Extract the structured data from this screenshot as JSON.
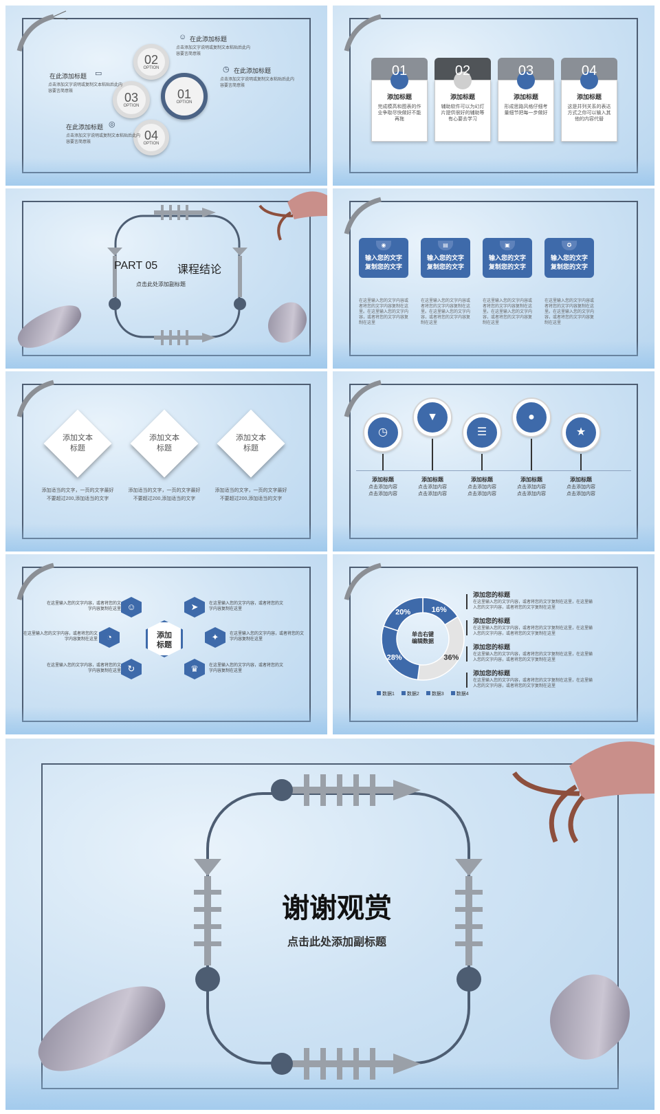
{
  "slide1": {
    "gears": [
      {
        "num": "02",
        "op": "OPTION"
      },
      {
        "num": "03",
        "op": "OPTION"
      },
      {
        "num": "01",
        "op": "OPTION"
      },
      {
        "num": "04",
        "op": "OPTION"
      }
    ],
    "items": [
      {
        "title": "在此添加标题",
        "desc": "点击添加文字说明或复制文本粘贴后此内容要言简意赅"
      },
      {
        "title": "在此添加标题",
        "desc": "点击添加文字说明或复制文本粘贴后此内容要言简意赅"
      },
      {
        "title": "在此添加标题",
        "desc": "点击添加文字说明或复制文本粘贴后此内容要言简意赅"
      },
      {
        "title": "在此添加标题",
        "desc": "点击添加文字说明或复制文本粘贴后此内容要言简意赅"
      }
    ]
  },
  "slide2": {
    "cards": [
      {
        "num": "01",
        "title": "添加标题",
        "desc": "完成模高和图表的作业争取尽快做好不能再拖"
      },
      {
        "num": "02",
        "title": "添加标题",
        "desc": "辅助软件可以为幻灯片提供很好的辅助等有心要去学习"
      },
      {
        "num": "03",
        "title": "添加标题",
        "desc": "形成思路风格仔细考量细节把每一步做好"
      },
      {
        "num": "04",
        "title": "添加标题",
        "desc": "这是并列关系的表达方式之你可以输入其他的内容代替"
      }
    ]
  },
  "slide3": {
    "part": "PART 05",
    "title": "课程结论",
    "subtitle": "点击此处添加副标题"
  },
  "slide4": {
    "badges": [
      {
        "line1": "输入您的文字",
        "line2": "复制您的文字",
        "desc": "在这里输入您的文字内容或者将您的文字内容复制在这里。在这里输入您的文字内容，或者将您的文字内容复制在这里"
      },
      {
        "line1": "输入您的文字",
        "line2": "复制您的文字",
        "desc": "在这里输入您的文字内容或者将您的文字内容复制在这里。在这里输入您的文字内容，或者将您的文字内容复制在这里"
      },
      {
        "line1": "输入您的文字",
        "line2": "复制您的文字",
        "desc": "在这里输入您的文字内容或者将您的文字内容复制在这里。在这里输入您的文字内容，或者将您的文字内容复制在这里"
      },
      {
        "line1": "输入您的文字",
        "line2": "复制您的文字",
        "desc": "在这里输入您的文字内容或者将您的文字内容复制在这里。在这里输入您的文字内容，或者将您的文字内容复制在这里"
      }
    ]
  },
  "slide5": {
    "items": [
      {
        "line1": "添加文本",
        "line2": "标题",
        "desc": "添加适当的文字，一页的文字最好不要超过200,添加适当的文字"
      },
      {
        "line1": "添加文本",
        "line2": "标题",
        "desc": "添加适当的文字，一页的文字最好不要超过200,添加适当的文字"
      },
      {
        "line1": "添加文本",
        "line2": "标题",
        "desc": "添加适当的文字，一页的文字最好不要超过200,添加适当的文字"
      }
    ]
  },
  "slide6": {
    "points": [
      {
        "icon": "clock-icon",
        "glyph": "◷",
        "title": "添加标题",
        "d1": "点击添加内容",
        "d2": "点击添加内容"
      },
      {
        "icon": "shirt-icon",
        "glyph": "▼",
        "title": "添加标题",
        "d1": "点击添加内容",
        "d2": "点击添加内容"
      },
      {
        "icon": "sliders-icon",
        "glyph": "☰",
        "title": "添加标题",
        "d1": "点击添加内容",
        "d2": "点击添加内容"
      },
      {
        "icon": "user-icon",
        "glyph": "●",
        "title": "添加标题",
        "d1": "点击添加内容",
        "d2": "点击添加内容"
      },
      {
        "icon": "star-icon",
        "glyph": "★",
        "title": "添加标题",
        "d1": "点击添加内容",
        "d2": "点击添加内容"
      }
    ]
  },
  "slide7": {
    "center_line1": "添加",
    "center_line2": "标题",
    "items": [
      {
        "icon": "people-icon",
        "glyph": "☺",
        "text": "在这里输入您的文字内容，或者将您的文字内容复制在这里"
      },
      {
        "icon": "send-icon",
        "glyph": "➤",
        "text": "在这里输入您的文字内容，或者将您的文字内容复制在这里"
      },
      {
        "icon": "chart-icon",
        "glyph": "◔",
        "text": "在这里输入您的文字内容，或者将您的文字内容复制在这里"
      },
      {
        "icon": "bulb-icon",
        "glyph": "✦",
        "text": "在这里输入您的文字内容，或者将您的文字内容复制在这里"
      },
      {
        "icon": "refresh-icon",
        "glyph": "↻",
        "text": "在这里输入您的文字内容，或者将您的文字内容复制在这里"
      },
      {
        "icon": "trophy-icon",
        "glyph": "♛",
        "text": "在这里输入您的文字内容，或者将您的文字内容复制在这里"
      }
    ]
  },
  "slide8": {
    "chart_data": {
      "type": "pie",
      "categories": [
        "数据1",
        "数据2",
        "数据3",
        "数据4"
      ],
      "values": [
        16,
        36,
        28,
        20
      ],
      "labels": [
        "16%",
        "36%",
        "28%",
        "20%"
      ],
      "center_line1": "单击右键",
      "center_line2": "编辑数据",
      "colors": [
        "#3e6aaa",
        "#e4e4e4",
        "#3e6aaa",
        "#3e6aaa"
      ],
      "legend": "bottom"
    },
    "list": [
      {
        "title": "添加您的标题",
        "desc": "在这里输入您的文字内容，或者将您的文字复制在这里，在这里输入您的文字内容，或者将您的文字复制在这里"
      },
      {
        "title": "添加您的标题",
        "desc": "在这里输入您的文字内容，或者将您的文字复制在这里，在这里输入您的文字内容，或者将您的文字复制在这里"
      },
      {
        "title": "添加您的标题",
        "desc": "在这里输入您的文字内容，或者将您的文字复制在这里，在这里输入您的文字内容，或者将您的文字复制在这里"
      },
      {
        "title": "添加您的标题",
        "desc": "在这里输入您的文字内容，或者将您的文字复制在这里，在这里输入您的文字内容，或者将您的文字复制在这里"
      }
    ]
  },
  "slide9": {
    "title": "谢谢观赏",
    "subtitle": "点击此处添加副标题"
  },
  "colors": {
    "accent": "#3e6aaa",
    "frame": "#4d5d72",
    "bone": "#9aa0a8"
  }
}
